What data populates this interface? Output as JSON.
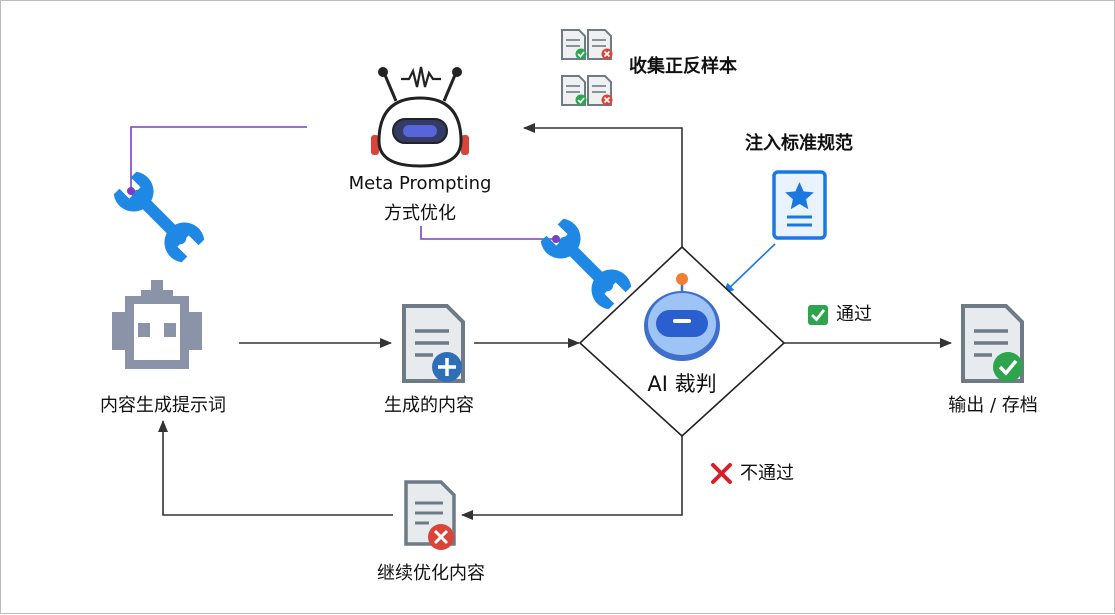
{
  "nodes": {
    "prompt": {
      "label": "内容生成提示词"
    },
    "generated": {
      "label": "生成的内容"
    },
    "judge": {
      "label": "AI 裁判"
    },
    "output": {
      "label": "输出 / 存档"
    },
    "optimize": {
      "label": "继续优化内容"
    },
    "meta": {
      "line1": "Meta Prompting",
      "line2": "方式优化"
    }
  },
  "annotations": {
    "samples": "收集正反样本",
    "standards": "注入标准规范",
    "pass": "通过",
    "fail": "不通过"
  },
  "icons": {
    "prompt_robot": "robot-head-icon",
    "meta_robot": "robot-head-antenna-icon",
    "judge_robot": "robot-icon",
    "generated_doc": "document-plus-icon",
    "output_doc": "document-check-icon",
    "optimize_doc": "document-cross-icon",
    "samples": "sample-documents-icon",
    "standards": "badge-document-icon",
    "wrench": "wrench-icon",
    "pass": "check-box-icon",
    "fail": "cross-icon"
  },
  "colors": {
    "arrow": "#333333",
    "purple": "#7b3fc4",
    "wrench": "#1f88e5",
    "robot_gray": "#8a93a8",
    "doc_gray": "#6e7b86",
    "green": "#2ea44f",
    "red": "#d9453a",
    "blue_accent": "#1a78e0",
    "robot_blue": "#3f7ee6"
  }
}
